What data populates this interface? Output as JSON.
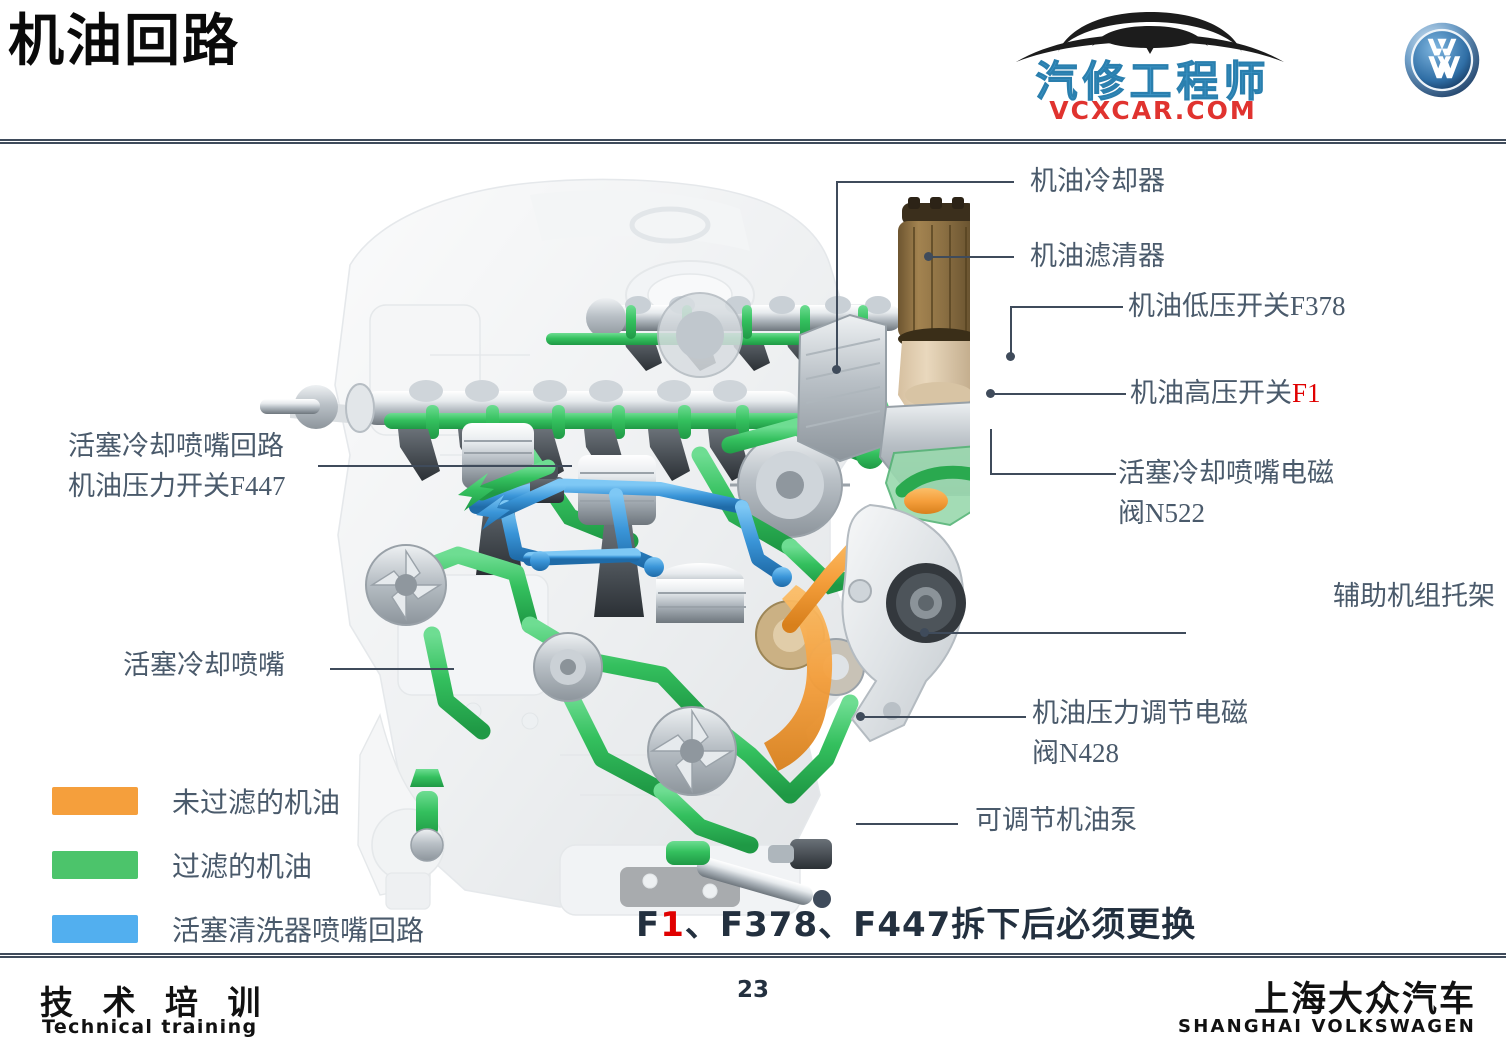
{
  "header": {
    "title": "机油回路",
    "watermark": {
      "cn": "汽修工程师",
      "url": "VCXCAR.COM",
      "car_icon": "car-silhouette-icon"
    },
    "vw_logo": "volkswagen-logo-icon"
  },
  "callouts": [
    {
      "id": "oil-cooler",
      "text": "机油冷却器"
    },
    {
      "id": "oil-filter",
      "text": "机油滤清器"
    },
    {
      "id": "low-pressure-switch",
      "text": "机油低压开关F378"
    },
    {
      "id": "high-pressure-switch",
      "text": "机油高压开关",
      "suffix_red": "F1"
    },
    {
      "id": "piston-cooling-solenoid-line1",
      "text": "活塞冷却喷嘴电磁"
    },
    {
      "id": "piston-cooling-solenoid-line2",
      "text": "阀N522"
    },
    {
      "id": "auxiliary-bracket",
      "text": "辅助机组托架"
    },
    {
      "id": "pressure-regulator-line1",
      "text": "机油压力调节电磁"
    },
    {
      "id": "pressure-regulator-line2",
      "text": "阀N428"
    },
    {
      "id": "adjustable-oil-pump",
      "text": "可调节机油泵"
    },
    {
      "id": "piston-cooling-circuit",
      "text": "活塞冷却喷嘴回路"
    },
    {
      "id": "oil-pressure-switch-f447",
      "text": "机油压力开关F447"
    },
    {
      "id": "piston-cooling-nozzle",
      "text": "活塞冷却喷嘴"
    }
  ],
  "legend": {
    "items": [
      {
        "label": "未过滤的机油",
        "color": "#F59F3C"
      },
      {
        "label": "过滤的机油",
        "color": "#4CC46B"
      },
      {
        "label": "活塞清洗器喷嘴回路",
        "color": "#52AFEF"
      }
    ]
  },
  "note": {
    "prefix": "F",
    "red": "1",
    "rest": "、F378、F447拆下后必须更换"
  },
  "footer": {
    "training_cn": "技 术 培 训",
    "training_en": "Technical training",
    "page": "23",
    "brand_cn": "上海大众汽车",
    "brand_en": "SHANGHAI VOLKSWAGEN"
  },
  "colors": {
    "rule": "#3f4b5b",
    "callout_text": "#4a5a6b",
    "accent_red": "#e00000",
    "note_text": "#23303f"
  }
}
